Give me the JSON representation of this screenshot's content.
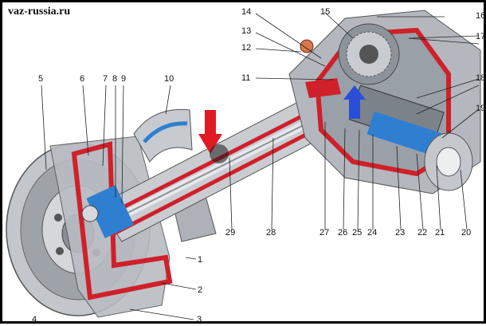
{
  "watermark": "vaz-russia.ru",
  "callouts": {
    "c1": "1",
    "c2": "2",
    "c3": "3",
    "c4": "4",
    "c5": "5",
    "c6": "6",
    "c7": "7",
    "c8": "8",
    "c9": "9",
    "c10": "10",
    "c11": "11",
    "c12": "12",
    "c13": "13",
    "c14": "14",
    "c15": "15",
    "c16": "16",
    "c17": "17",
    "c18": "18",
    "c19": "19",
    "c20": "20",
    "c21": "21",
    "c22": "22",
    "c23": "23",
    "c24": "24",
    "c25": "25",
    "c26": "26",
    "c27": "27",
    "c28": "28",
    "c29": "29"
  },
  "colors": {
    "housing_red": "#d0202a",
    "metal_grey": "#b9bcc2",
    "dark_grey": "#6c7078",
    "part_blue": "#2f7fd0",
    "arrow_red": "#e01b24",
    "arrow_blue": "#2a4fd6"
  }
}
